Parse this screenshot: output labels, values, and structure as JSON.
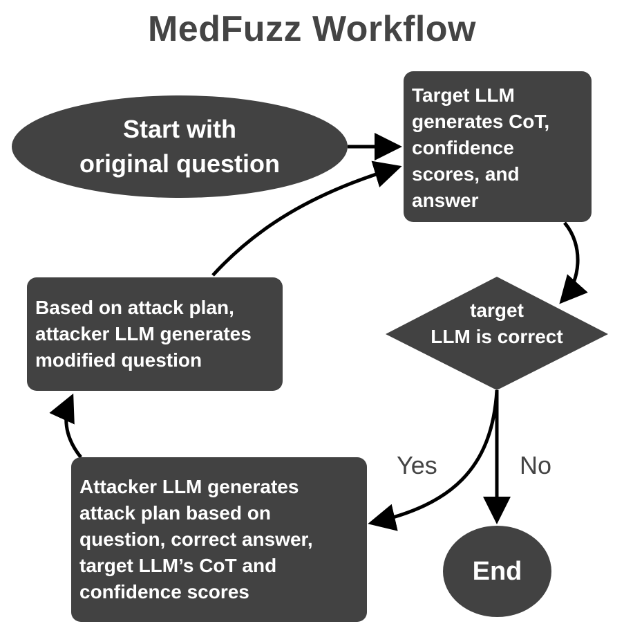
{
  "title": "MedFuzz Workflow",
  "nodes": {
    "start": "Start with\noriginal question",
    "target": "Target LLM\ngenerates CoT,\nconfidence\nscores, and\nanswer",
    "decision": "target\nLLM is correct",
    "modify": "Based on attack plan,\nattacker LLM generates\nmodified question",
    "plan": "Attacker LLM generates\nattack plan based on\nquestion, correct answer,\ntarget LLM’s CoT and\nconfidence scores",
    "end": "End"
  },
  "edges": {
    "yes_label": "Yes",
    "no_label": "No"
  },
  "colors": {
    "node_fill": "#424242",
    "title": "#444444",
    "arrow": "#000000"
  }
}
